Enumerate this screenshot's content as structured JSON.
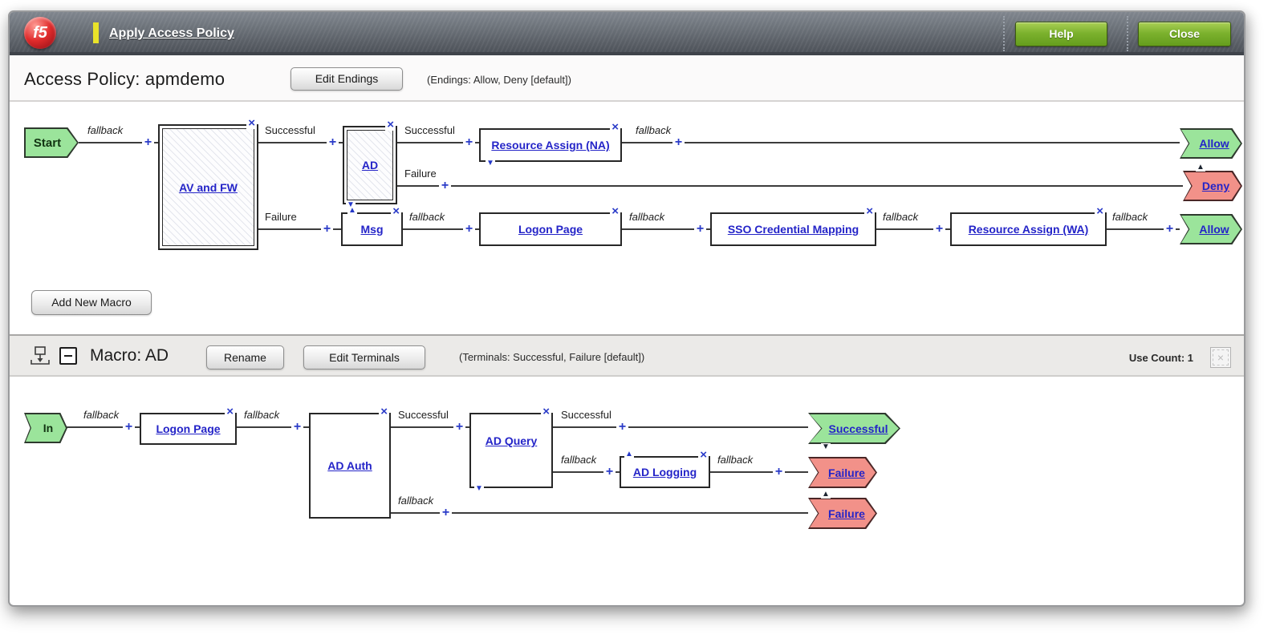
{
  "header": {
    "brand": "f5",
    "apply_link": "Apply Access Policy",
    "help_button": "Help",
    "close_button": "Close"
  },
  "policy_bar": {
    "title": "Access Policy: apmdemo",
    "edit_endings_button": "Edit Endings",
    "endings_note": "(Endings: Allow, Deny [default])"
  },
  "buttons": {
    "add_new_macro": "Add New Macro"
  },
  "macro_bar": {
    "title": "Macro: AD",
    "rename_button": "Rename",
    "edit_terminals_button": "Edit Terminals",
    "terminals_note": "(Terminals: Successful, Failure [default])",
    "use_count": "Use Count: 1"
  },
  "labels": {
    "fallback": "fallback",
    "successful": "Successful",
    "failure": "Failure",
    "plus": "+",
    "close_x": "×",
    "tri_up": "▲",
    "tri_down": "▼"
  },
  "policy_flow": {
    "start": "Start",
    "nodes": {
      "av_fw": "AV and FW",
      "ad": "AD",
      "msg": "Msg",
      "resource_na": "Resource Assign (NA)",
      "logon_page": "Logon Page",
      "sso": "SSO Credential Mapping",
      "resource_wa": "Resource Assign (WA)"
    },
    "endings": {
      "allow": "Allow",
      "deny": "Deny",
      "allow2": "Allow"
    }
  },
  "macro_flow": {
    "in_label": "In",
    "nodes": {
      "logon_page": "Logon Page",
      "ad_auth": "AD Auth",
      "ad_query": "AD Query",
      "ad_logging": "AD Logging"
    },
    "terminals": {
      "successful": "Successful",
      "failure": "Failure",
      "failure2": "Failure"
    }
  }
}
